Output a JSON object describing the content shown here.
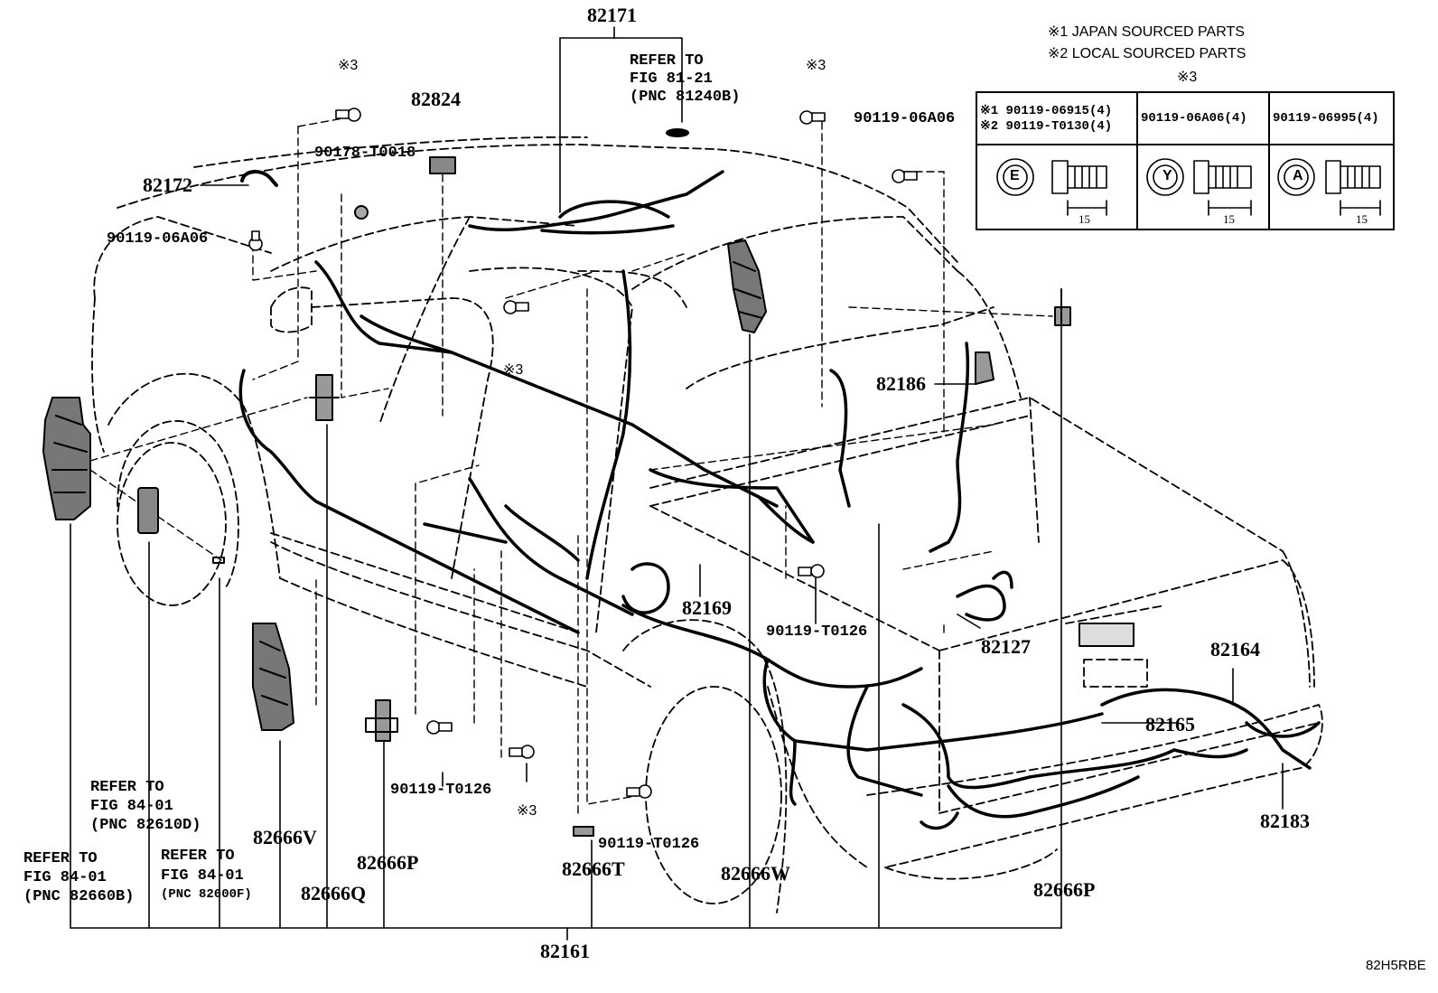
{
  "legend": {
    "line1": "※1 JAPAN SOURCED PARTS",
    "line2": "※2 LOCAL SOURCED PARTS",
    "table_title": "※3"
  },
  "bolt_table": [
    {
      "lines": [
        "※1 90119-06915(4)",
        "※2 90119-T0130(4)"
      ],
      "mark": "E",
      "dim": "15"
    },
    {
      "lines": [
        "90119-06A06(4)"
      ],
      "mark": "Y",
      "dim": "15"
    },
    {
      "lines": [
        "90119-06995(4)"
      ],
      "mark": "A",
      "dim": "15"
    }
  ],
  "labels": {
    "p82171": "82171",
    "ref_fig81_line1": "REFER TO",
    "ref_fig81_line2": "FIG 81-21",
    "ref_fig81_line3": "(PNC 81240B)",
    "p82824": "82824",
    "note3_a": "※3",
    "p90178": "90178-T0018",
    "p82172": "82172",
    "p90119_06A06_left": "90119-06A06",
    "note3_b": "※3",
    "note3_c": "※3",
    "p90119_06A06_right": "90119-06A06",
    "p82186": "82186",
    "p82169": "82169",
    "p90119_T0126_mid": "90119-T0126",
    "p82127": "82127",
    "p82164": "82164",
    "p82165": "82165",
    "p82183": "82183",
    "ref_84_01_d_line1": "REFER TO",
    "ref_84_01_d_line2": "FIG 84-01",
    "ref_84_01_d_line3": "(PNC 82610D)",
    "p90119_T0126_low": "90119-T0126",
    "note3_d": "※3",
    "p90119_T0126_bottom": "90119-T0126",
    "p82666V": "82666V",
    "p82666P_left": "82666P",
    "p82666T": "82666T",
    "p82666W": "82666W",
    "p82666P_right": "82666P",
    "ref_84_01_b_line1": "REFER TO",
    "ref_84_01_b_line2": "FIG 84-01",
    "ref_84_01_b_line3": "(PNC 82660B)",
    "ref_84_01_f_line1": "REFER TO",
    "ref_84_01_f_line2": "FIG 84-01",
    "ref_84_01_f_line3": "(PNC 82600F)",
    "p82666Q": "82666Q",
    "p82161": "82161",
    "corner_code": "82H5RBE"
  }
}
